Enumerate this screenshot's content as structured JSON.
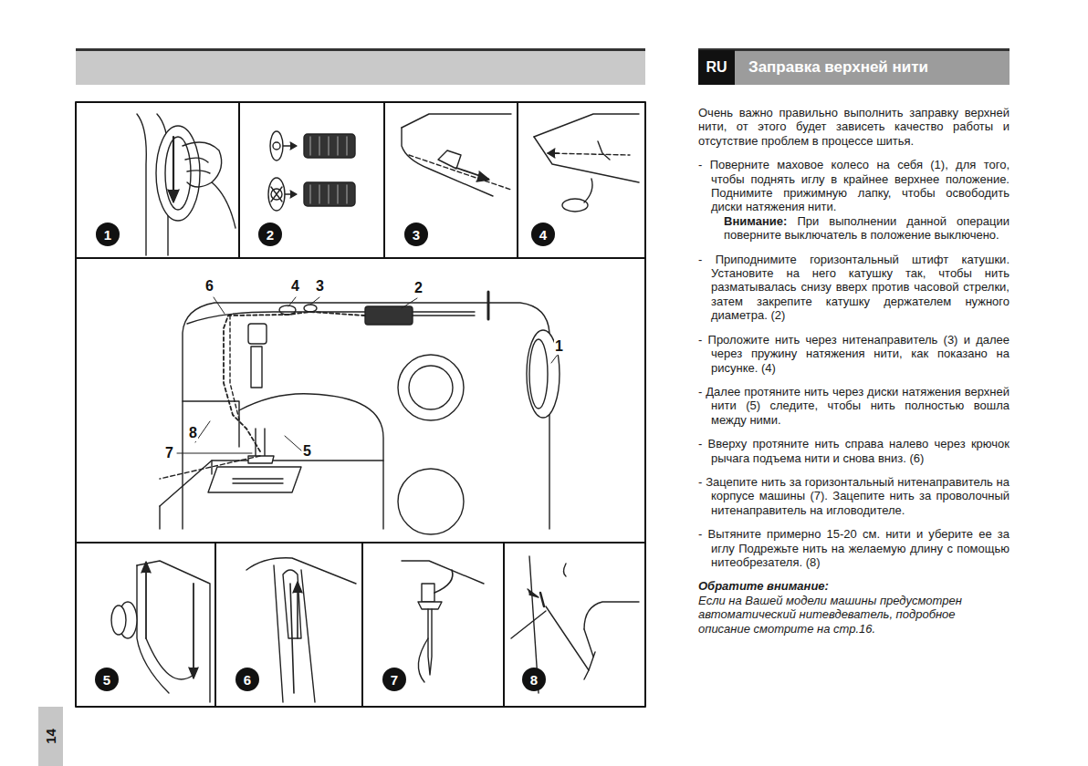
{
  "diagram": {
    "title": "Заправка верхней нити",
    "nodes": [
      {
        "text": [
          "RU"
        ]
      },
      {
        "text": [
          "1"
        ]
      },
      {
        "text": [
          "2"
        ]
      },
      {
        "text": [
          "3"
        ]
      },
      {
        "text": [
          "4"
        ]
      },
      {
        "text": [
          "5"
        ]
      },
      {
        "text": [
          "6"
        ]
      },
      {
        "text": [
          "7"
        ]
      },
      {
        "text": [
          "8"
        ]
      },
      {
        "text": [
          "14"
        ]
      }
    ],
    "labels": [
      "Очень важно правильно выполнить заправку верхней нити, от этого будет зависеть качество работы и отсутствие проблем в процессе шитья.",
      "- Поверните маховое колесо на себя (1), для того, чтобы поднять иглу в крайнее верхнее положение. Поднимите прижимную лапку, чтобы освободить диски натяжения нити.",
      "Внимание:",
      "При выполнении данной операции поверните выключатель в положение выключено.",
      "- Приподнимите горизонтальный штифт катушки. Установите на него катушку так, чтобы нить разматывалась снизу вверх против часовой стрелки, затем закрепите катушку держателем нужного диаметра. (2)",
      "- Проложите нить через нитенаправитель (3) и далее через пружину натяжения нити, как показано на рисунке. (4)",
      "- Далее протяните нить через диски натяжения верхней нити (5) следите, чтобы нить полностью вошла между ними.",
      "- Вверху протяните нить справа налево через крючок рычага подъема нити и снова вниз. (6)",
      "- Зацепите нить за горизонтальный нитенаправитель на корпусе машины (7). Зацепите нить за проволочный нитенаправитель на игловодителе.",
      "- Вытяните примерно 15-20 см. нити и уберите ее за иглу Подрежьте нить на желаемую длину с помощью нитеобрезателя. (8)",
      "Обратите внимание:",
      "Если на Вашей модели машины предусмотрен автоматический нитевдеватель, подробное описание смотрите на стр.16.",
      "6",
      "4",
      "3",
      "2",
      "1",
      "8",
      "7",
      "5"
    ]
  }
}
